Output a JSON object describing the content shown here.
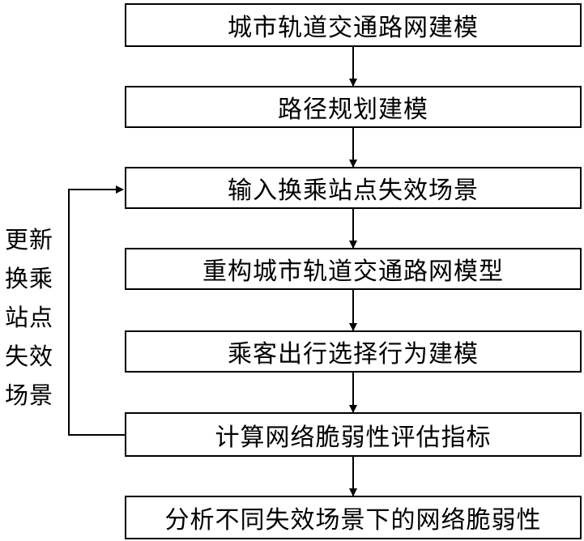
{
  "steps": [
    "城市轨道交通路网建模",
    "路径规划建模",
    "输入换乘站点失效场景",
    "重构城市轨道交通路网模型",
    "乘客出行选择行为建模",
    "计算网络脆弱性评估指标",
    "分析不同失效场景下的网络脆弱性"
  ],
  "loop_label": "更新换乘站点失效场景",
  "colors": {
    "stroke": "#000000",
    "background": "#ffffff"
  }
}
